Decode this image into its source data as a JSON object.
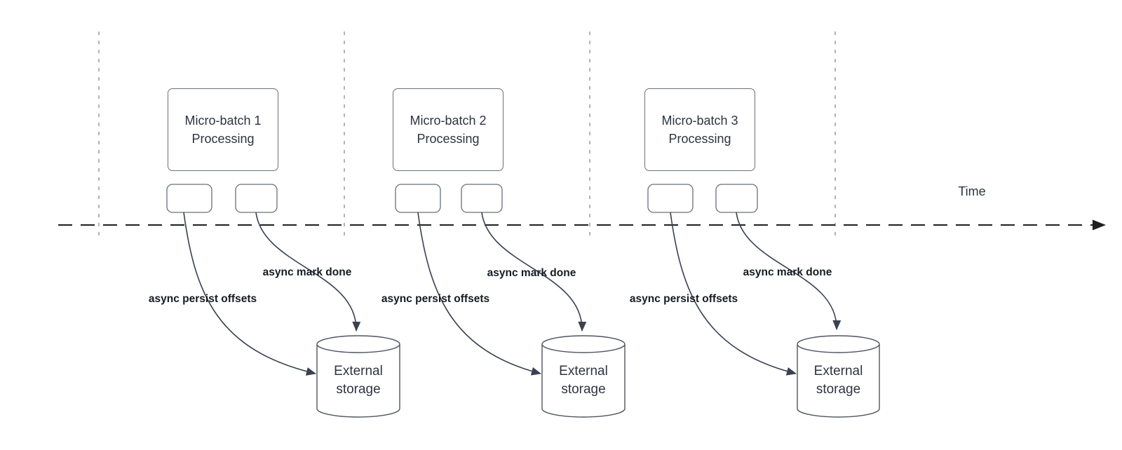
{
  "timeline": {
    "label": "Time"
  },
  "groups": [
    {
      "processing_label": "Micro-batch 1\nProcessing",
      "persist_label": "async persist offsets",
      "mark_done_label": "async mark done",
      "storage_label": "External\nstorage"
    },
    {
      "processing_label": "Micro-batch 2\nProcessing",
      "persist_label": "async persist offsets",
      "mark_done_label": "async mark done",
      "storage_label": "External\nstorage"
    },
    {
      "processing_label": "Micro-batch 3\nProcessing",
      "persist_label": "async persist offsets",
      "mark_done_label": "async mark done",
      "storage_label": "External\nstorage"
    }
  ],
  "colors": {
    "background": "#ffffff",
    "flow_line": "#3a4150",
    "timeline_line": "#1f1f1f",
    "interval_guide": "#a8abb0",
    "shape_border": "#6b7078",
    "text": "#2e3440",
    "flow_label_text": "#171b22"
  }
}
